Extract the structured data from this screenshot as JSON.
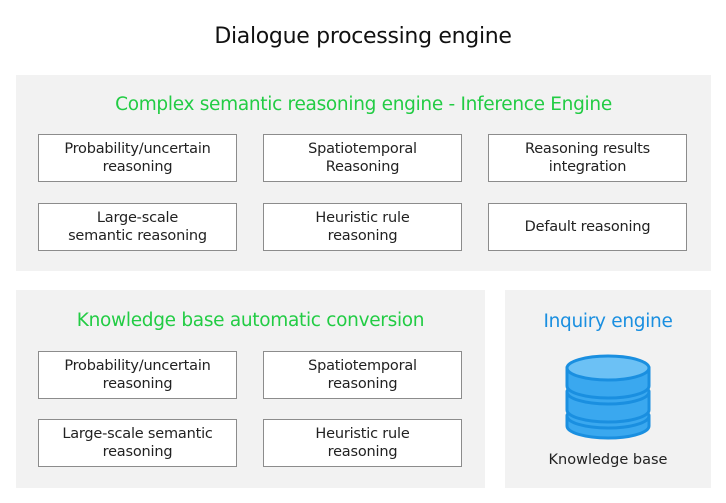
{
  "title": "Dialogue processing engine",
  "colors": {
    "green": "#22cc44",
    "blue": "#1a8fe0",
    "panel_bg": "#f2f2f2",
    "box_border": "#8c8c8c"
  },
  "inference": {
    "heading": "Complex semantic reasoning engine - Inference Engine",
    "boxes": [
      "Probability/uncertain\nreasoning",
      "Spatiotemporal\nReasoning",
      "Reasoning results\nintegration",
      "Large-scale\nsemantic reasoning",
      "Heuristic rule\nreasoning",
      "Default reasoning"
    ]
  },
  "conversion": {
    "heading": "Knowledge base automatic conversion",
    "boxes": [
      "Probability/uncertain\nreasoning",
      "Spatiotemporal\nreasoning",
      "Large-scale semantic\nreasoning",
      "Heuristic rule\nreasoning"
    ]
  },
  "inquiry": {
    "heading": "Inquiry engine",
    "icon": "database-icon",
    "label": "Knowledge base"
  }
}
